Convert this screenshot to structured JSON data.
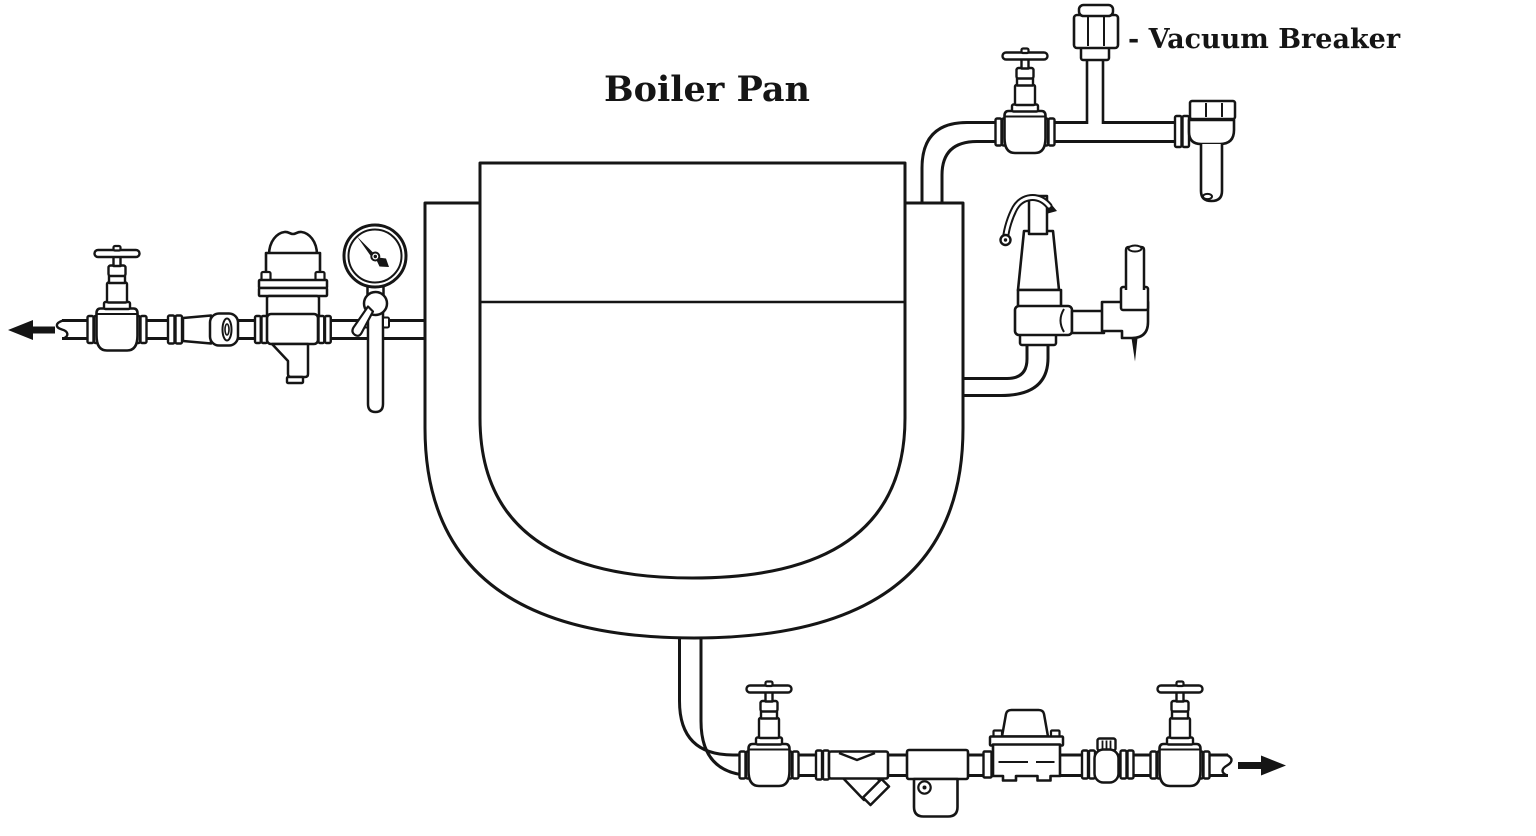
{
  "diagram": {
    "title": "Boiler Pan",
    "labels": {
      "vacuum_breaker": "- Vacuum Breaker"
    },
    "colors": {
      "line": "#151515",
      "background": "#ffffff"
    },
    "flow_arrows": {
      "left_arrow_direction": "left",
      "right_arrow_direction": "right"
    }
  }
}
